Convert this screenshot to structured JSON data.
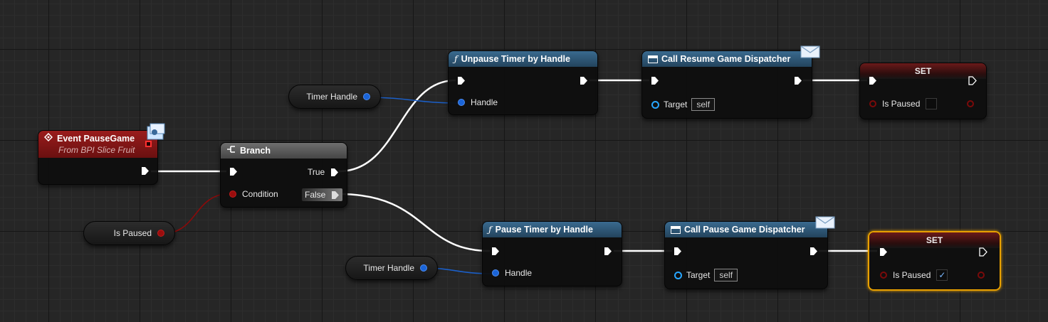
{
  "graph": {
    "event_node": {
      "title": "Event PauseGame",
      "subtitle": "From BPI Slice Fruit"
    },
    "branch_node": {
      "title": "Branch",
      "condition_label": "Condition",
      "true_label": "True",
      "false_label": "False"
    },
    "is_paused_getter": {
      "label": "Is Paused"
    },
    "timer_handle_top": {
      "label": "Timer Handle"
    },
    "timer_handle_bottom": {
      "label": "Timer Handle"
    },
    "unpause_node": {
      "title": "Unpause Timer by Handle",
      "handle_label": "Handle"
    },
    "pause_node": {
      "title": "Pause Timer by Handle",
      "handle_label": "Handle"
    },
    "call_resume_node": {
      "title": "Call Resume Game Dispatcher",
      "target_label": "Target",
      "target_value": "self"
    },
    "call_pause_node": {
      "title": "Call Pause Game Dispatcher",
      "target_label": "Target",
      "target_value": "self"
    },
    "set_top": {
      "title": "SET",
      "var_label": "Is Paused",
      "checked": false
    },
    "set_bottom": {
      "title": "SET",
      "var_label": "Is Paused",
      "checked": true
    },
    "colors": {
      "exec_wire": "#ffffff",
      "bool_wire": "#8c0a0a",
      "struct_wire": "#1b5fc8",
      "selection": "#e8a000"
    }
  }
}
